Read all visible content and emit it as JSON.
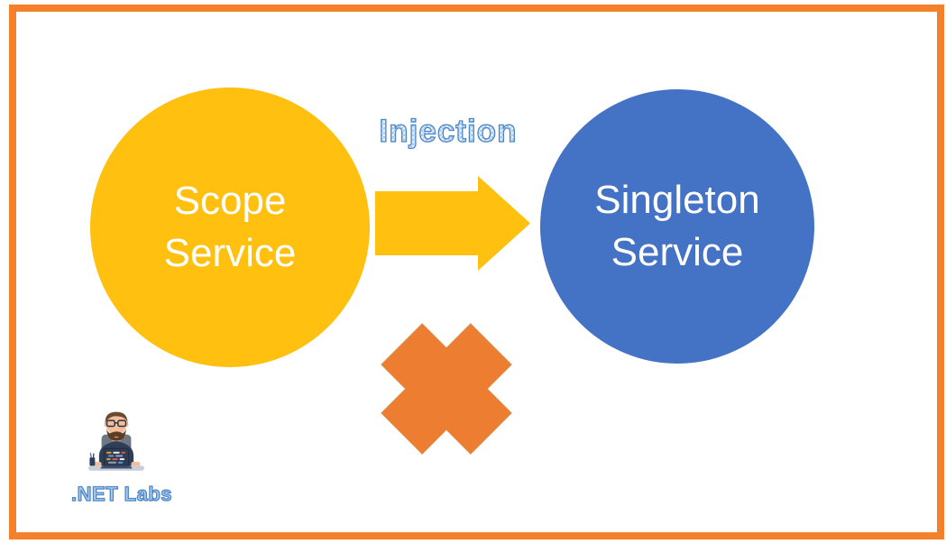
{
  "colors": {
    "background": "#FFFFFF",
    "frame": "#F5802C",
    "gold": "#FFC010",
    "blue": "#4472C4",
    "orange": "#ED7D31",
    "white": "#FFFFFF",
    "wordart_fill": "#A9CDEF",
    "wordart_stroke": "#4F86C6"
  },
  "diagram": {
    "type": "dependency-injection-diagram",
    "nodes": [
      {
        "id": "scope",
        "label": "Scope Service",
        "shape": "circle",
        "color": "#FFC010",
        "text_color": "#FFFFFF"
      },
      {
        "id": "singleton",
        "label": "Singleton Service",
        "shape": "circle",
        "color": "#4472C4",
        "text_color": "#FFFFFF"
      }
    ],
    "connector": {
      "label": "Injection",
      "shape": "right-block-arrow",
      "color": "#FFC010",
      "direction": "scope-to-singleton"
    },
    "annotation": {
      "icon": "blocked-cross-icon",
      "color": "#ED7D31"
    }
  },
  "branding": {
    "logo_text": ".NET Labs",
    "illustration": "developer-at-laptop-illustration"
  }
}
